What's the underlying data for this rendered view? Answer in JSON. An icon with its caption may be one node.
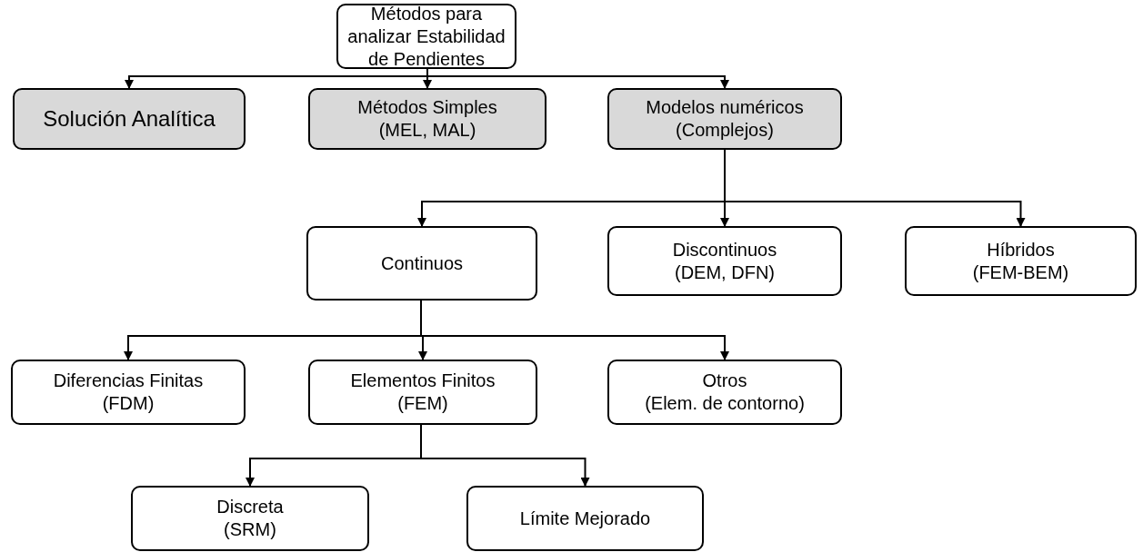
{
  "diagram": {
    "nodes": [
      {
        "text": [
          "Métodos para analizar Estabilidad de Pendientes"
        ]
      },
      {
        "text": [
          "Solución Analítica"
        ]
      },
      {
        "text": [
          "Métodos Simples",
          "(MEL, MAL)"
        ]
      },
      {
        "text": [
          "Modelos numéricos",
          "(Complejos)"
        ]
      },
      {
        "text": [
          "Continuos"
        ]
      },
      {
        "text": [
          "Discontinuos",
          "(DEM, DFN)"
        ]
      },
      {
        "text": [
          "Híbridos",
          "(FEM-BEM)"
        ]
      },
      {
        "text": [
          "Diferencias Finitas",
          "(FDM)"
        ]
      },
      {
        "text": [
          "Elementos Finitos",
          "(FEM)"
        ]
      },
      {
        "text": [
          "Otros",
          "(Elem. de contorno)"
        ]
      },
      {
        "text": [
          "Discreta",
          "(SRM)"
        ]
      },
      {
        "text": [
          "Límite Mejorado"
        ]
      }
    ],
    "edges": [
      {
        "from": 0,
        "to": 1,
        "arrow": "to"
      },
      {
        "from": 0,
        "to": 2,
        "arrow": "to"
      },
      {
        "from": 0,
        "to": 3,
        "arrow": "to"
      },
      {
        "from": 3,
        "to": 4,
        "arrow": "to"
      },
      {
        "from": 3,
        "to": 5,
        "arrow": "to"
      },
      {
        "from": 3,
        "to": 6,
        "arrow": "to"
      },
      {
        "from": 4,
        "to": 7,
        "arrow": "to"
      },
      {
        "from": 4,
        "to": 8,
        "arrow": "to"
      },
      {
        "from": 4,
        "to": 9,
        "arrow": "to"
      },
      {
        "from": 8,
        "to": 10,
        "arrow": "to"
      },
      {
        "from": 8,
        "to": 11,
        "arrow": "to"
      }
    ]
  }
}
